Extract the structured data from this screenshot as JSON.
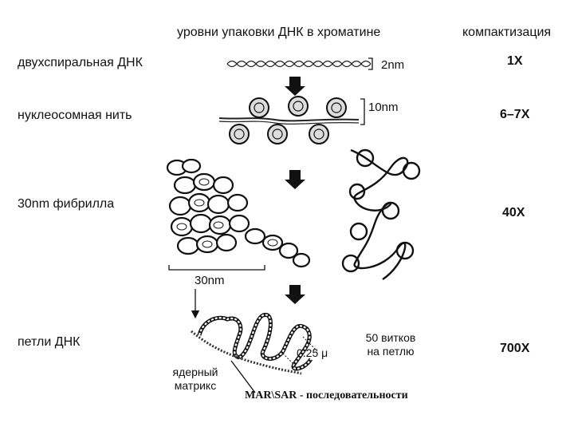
{
  "header": {
    "levels_title": "уровни упаковки ДНК в хроматине",
    "compaction_title": "компактизация"
  },
  "levels": [
    {
      "label": "двухспиральная ДНК",
      "compaction": "1X"
    },
    {
      "label": "нуклеосомная нить",
      "compaction": "6–7X"
    },
    {
      "label": "30nm фибрилла",
      "compaction": "40X"
    },
    {
      "label": "петли ДНК",
      "compaction": "700X"
    }
  ],
  "dimensions": {
    "dna_width": "2nm",
    "nucleosome_width": "10nm",
    "fibril_width": "30nm",
    "loop_size": "0.25 μ"
  },
  "annotations": {
    "turns_per_loop": "50 витков\nна петлю",
    "nuclear_matrix": "ядерный\nматрикс",
    "mar_sar": "MAR\\SAR - последовательности"
  }
}
